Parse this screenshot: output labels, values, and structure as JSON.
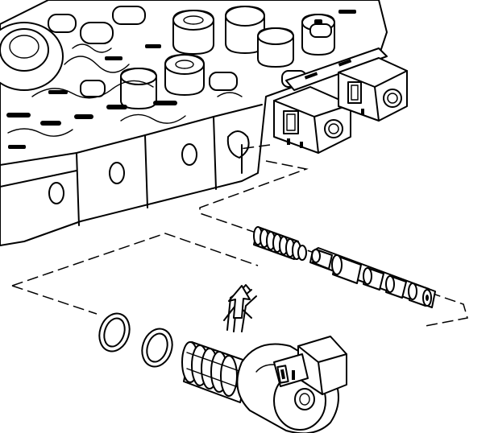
{
  "figure": {
    "kind": "exploded parts illustration",
    "style": "black line art on white",
    "colors": {
      "line": "#000000",
      "background": "#ffffff"
    }
  },
  "components": [
    "valve-body-assembly",
    "solenoid-connector-left",
    "solenoid-connector-right",
    "spring",
    "valve-spool",
    "retainer-clip",
    "o-ring-outer",
    "o-ring-inner",
    "solenoid-body"
  ],
  "indicators": [
    "installation-arrow-icon"
  ]
}
